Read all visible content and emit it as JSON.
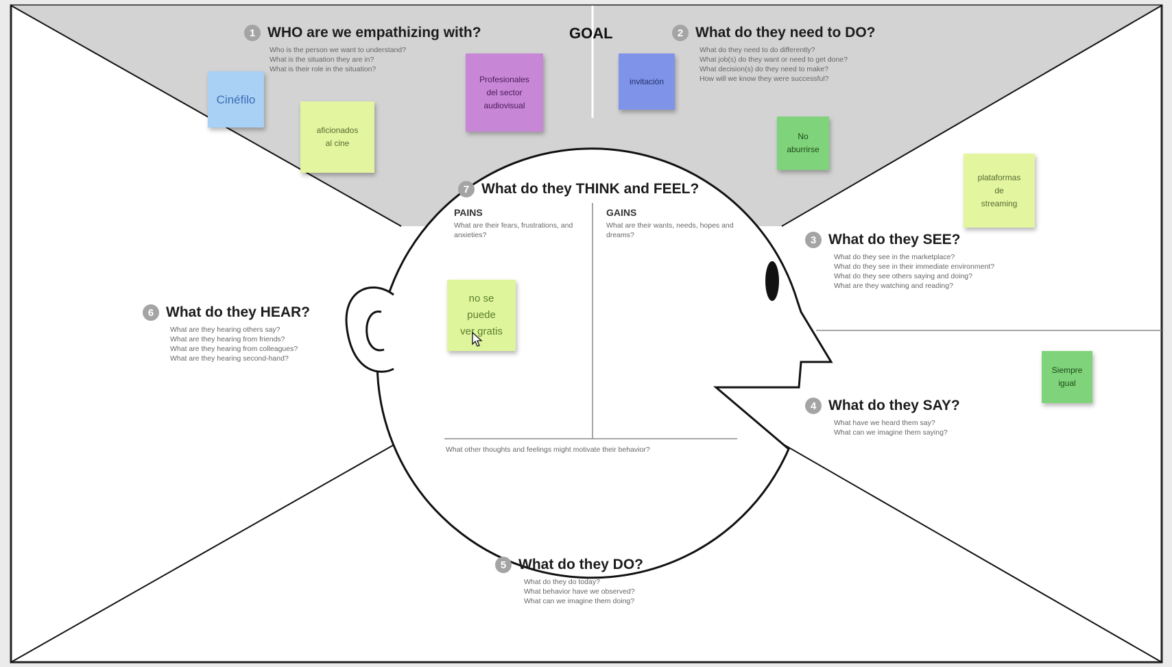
{
  "goal": "GOAL",
  "sections": {
    "who": {
      "number": "1",
      "title": "WHO are we empathizing with?",
      "questions": [
        "Who is the person we want to understand?",
        "What is the situation they are in?",
        "What is their role in the situation?"
      ]
    },
    "do_need": {
      "number": "2",
      "title": "What do they need to DO?",
      "questions": [
        "What do they need to do differently?",
        "What job(s) do they want or need to get done?",
        "What decision(s) do they need to make?",
        "How will we know they were successful?"
      ]
    },
    "see": {
      "number": "3",
      "title": "What do they SEE?",
      "questions": [
        "What do they see in the marketplace?",
        "What do they see in their immediate environment?",
        "What do they see others saying and doing?",
        "What are they watching and reading?"
      ]
    },
    "say": {
      "number": "4",
      "title": "What do they SAY?",
      "questions": [
        "What have we heard them say?",
        "What can we imagine them saying?"
      ]
    },
    "do": {
      "number": "5",
      "title": "What do they DO?",
      "questions": [
        "What do they do today?",
        "What behavior have we observed?",
        "What can we imagine them doing?"
      ]
    },
    "hear": {
      "number": "6",
      "title": "What do they HEAR?",
      "questions": [
        "What are they hearing others say?",
        "What are they hearing from friends?",
        "What are they hearing from colleagues?",
        "What are they hearing second-hand?"
      ]
    },
    "think_feel": {
      "number": "7",
      "title": "What do they THINK and FEEL?",
      "pains_label": "PAINS",
      "pains_question": "What are their fears, frustrations, and anxieties?",
      "gains_label": "GAINS",
      "gains_question": "What are their wants, needs, hopes and dreams?",
      "bottom_question": "What other thoughts and feelings might motivate their behavior?"
    }
  },
  "notes": [
    {
      "id": "cinefilo",
      "lines": [
        "Cinéfilo"
      ],
      "color": "#a9d0f5"
    },
    {
      "id": "aficionados",
      "lines": [
        "aficionados",
        "al cine"
      ],
      "color": "#e4f5a0"
    },
    {
      "id": "profesionales",
      "lines": [
        "Profesionales",
        "del sector",
        "audiovisual"
      ],
      "color": "#c786d6"
    },
    {
      "id": "invitacion",
      "lines": [
        "invitación"
      ],
      "color": "#7f93e8"
    },
    {
      "id": "no-aburrirse",
      "lines": [
        "No",
        "aburrirse"
      ],
      "color": "#7fd37a"
    },
    {
      "id": "plataformas",
      "lines": [
        "plataformas",
        "de",
        "streaming"
      ],
      "color": "#e4f5a0"
    },
    {
      "id": "siempre-igual",
      "lines": [
        "Siempre",
        "igual"
      ],
      "color": "#7fd37a"
    },
    {
      "id": "no-gratis",
      "lines": [
        "no se",
        "puede",
        "ver gratis"
      ],
      "color": "#dff59c"
    }
  ],
  "colors": {
    "top_band": "#d3d3d3",
    "board": "#ffffff",
    "line": "#111111",
    "number_badge": "#a4a4a4"
  }
}
